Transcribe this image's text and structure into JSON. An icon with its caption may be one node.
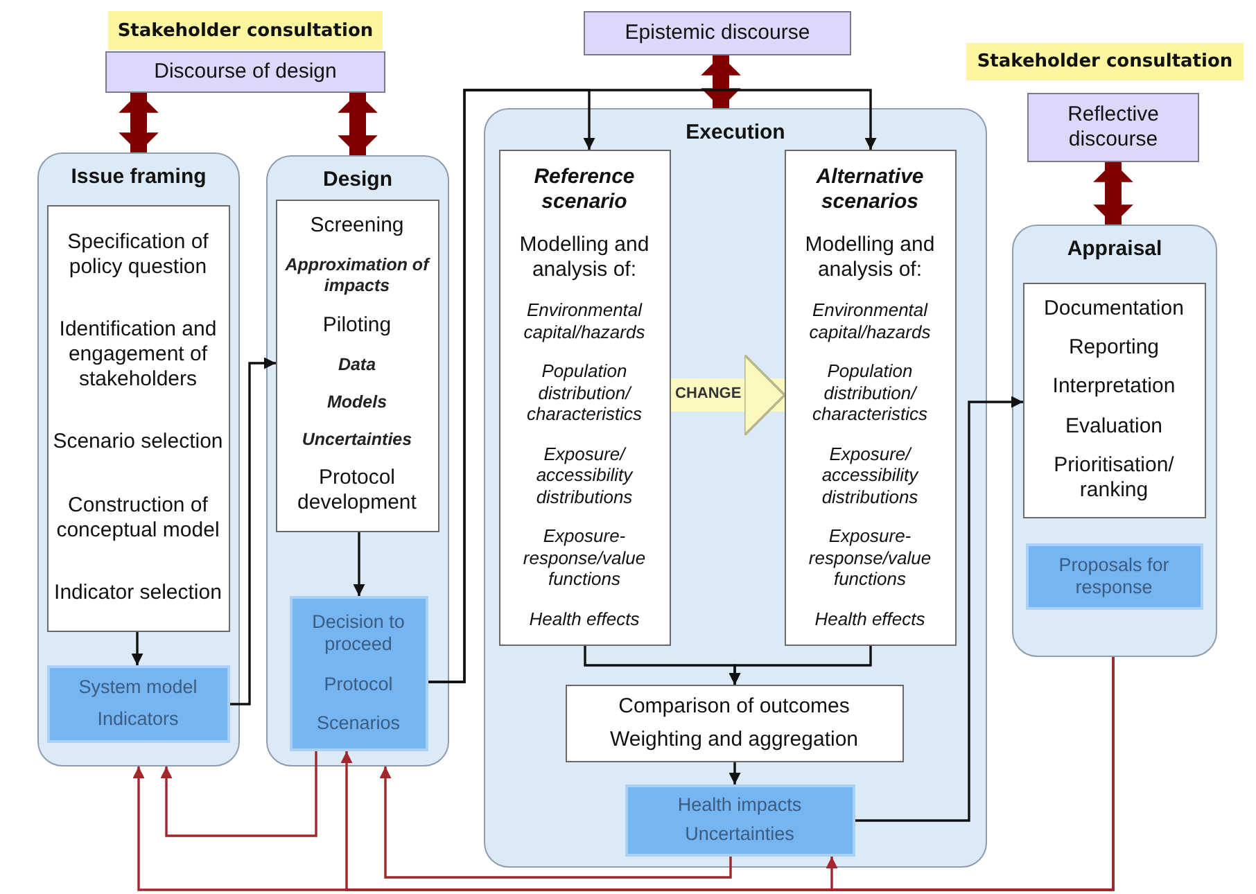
{
  "diagram": {
    "nodes": [
      {
        "text": [
          "Stakeholder consultation"
        ]
      },
      {
        "text": [
          "Discourse of design"
        ]
      },
      {
        "text": [
          "Epistemic discourse"
        ]
      },
      {
        "text": [
          "Stakeholder consultation"
        ]
      },
      {
        "text": [
          "Reflective discourse"
        ]
      },
      {
        "text": [
          "Issue framing"
        ]
      },
      {
        "text": [
          "Specification of policy question",
          "Identification and engagement of stakeholders",
          "Scenario selection",
          "Construction of conceptual model",
          "Indicator selection"
        ],
        "in": 5
      },
      {
        "text": [
          "System model",
          "Indicators"
        ],
        "in": 5
      },
      {
        "text": [
          "Design"
        ]
      },
      {
        "text": [
          "Screening",
          "Approximation of impacts",
          "Piloting",
          "Data",
          "Models",
          "Uncertainties",
          "Protocol development"
        ],
        "in": 8
      },
      {
        "text": [
          "Decision to proceed",
          "Protocol",
          "Scenarios"
        ],
        "in": 8
      },
      {
        "text": [
          "Execution"
        ]
      },
      {
        "text": [
          "Reference scenario",
          "Modelling and analysis of:",
          "Environmental capital/hazards",
          "Population distribution/ characteristics",
          "Exposure/ accessibility distributions",
          "Exposure-response/value functions",
          "Health effects"
        ],
        "in": 11
      },
      {
        "text": [
          "Alternative scenarios",
          "Modelling and analysis of:",
          "Environmental capital/hazards",
          "Population distribution/ characteristics",
          "Exposure/ accessibility distributions",
          "Exposure-response/value functions",
          "Health effects"
        ],
        "in": 11
      },
      {
        "text": [
          "Comparison of outcomes",
          "Weighting and aggregation"
        ],
        "in": 11
      },
      {
        "text": [
          "Health impacts",
          "Uncertainties"
        ],
        "in": 11
      },
      {
        "text": [
          "Appraisal"
        ]
      },
      {
        "text": [
          "Documentation",
          "Reporting",
          "Interpretation",
          "Evaluation",
          "Prioritisation/ ranking"
        ],
        "in": 16
      },
      {
        "text": [
          "Proposals for response"
        ],
        "in": 16
      }
    ],
    "edges": [
      {
        "from": 1,
        "to": 5,
        "arrow": "both",
        "style": "thick",
        "color": "#800000"
      },
      {
        "from": 1,
        "to": 8,
        "arrow": "both",
        "style": "thick",
        "color": "#800000"
      },
      {
        "from": 2,
        "to": 11,
        "arrow": "both",
        "style": "thick",
        "color": "#800000"
      },
      {
        "from": 4,
        "to": 16,
        "arrow": "both",
        "style": "thick",
        "color": "#800000"
      },
      {
        "from": 6,
        "to": 7,
        "arrow": "to"
      },
      {
        "from": 7,
        "to": 9,
        "arrow": "to"
      },
      {
        "from": 9,
        "to": 10,
        "arrow": "to"
      },
      {
        "from": 10,
        "to": 12,
        "arrow": "to"
      },
      {
        "from": 10,
        "to": 13,
        "arrow": "to"
      },
      {
        "from": 12,
        "to": 14,
        "arrow": "to"
      },
      {
        "from": 13,
        "to": 14,
        "arrow": "to"
      },
      {
        "from": 14,
        "to": 15,
        "arrow": "to"
      },
      {
        "from": 12,
        "to": 13,
        "arrow": "to",
        "label": "CHANGE",
        "style": "thick",
        "color": "#fbf9c0"
      },
      {
        "from": 15,
        "to": 17,
        "arrow": "to"
      },
      {
        "from": 10,
        "to": 5,
        "arrow": "to",
        "color": "#a3262a"
      },
      {
        "from": 15,
        "to": 8,
        "arrow": "to",
        "color": "#a3262a"
      },
      {
        "from": 16,
        "to": 5,
        "arrow": "to",
        "color": "#a3262a"
      },
      {
        "from": 16,
        "to": 10,
        "arrow": "to",
        "color": "#a3262a"
      },
      {
        "from": 16,
        "to": 15,
        "arrow": "to",
        "color": "#a3262a"
      }
    ]
  }
}
